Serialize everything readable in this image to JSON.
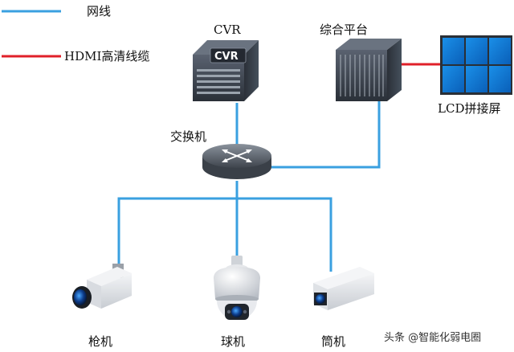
{
  "legend": {
    "items": [
      {
        "label": "网线",
        "color": "#3aa0e0"
      },
      {
        "label": "HDMI高清线缆",
        "color": "#e0202a"
      }
    ]
  },
  "nodes": {
    "cvr": {
      "label": "CVR",
      "badge": "CVR"
    },
    "platform": {
      "label": "综合平台"
    },
    "lcd": {
      "label": "LCD拼接屏"
    },
    "switch": {
      "label": "交换机"
    },
    "gun_camera": {
      "label": "枪机"
    },
    "dome_camera": {
      "label": "球机"
    },
    "tube_camera": {
      "label": "筒机"
    }
  },
  "links": [
    {
      "from": "cvr",
      "to": "switch",
      "type": "网线"
    },
    {
      "from": "platform",
      "to": "switch",
      "type": "网线"
    },
    {
      "from": "platform",
      "to": "lcd",
      "type": "HDMI高清线缆"
    },
    {
      "from": "switch",
      "to": "gun_camera",
      "type": "网线"
    },
    {
      "from": "switch",
      "to": "dome_camera",
      "type": "网线"
    },
    {
      "from": "switch",
      "to": "tube_camera",
      "type": "网线"
    }
  ],
  "watermark": "头条 @智能化弱电圈",
  "colors": {
    "network": "#3aa0e0",
    "hdmi": "#e0202a"
  }
}
